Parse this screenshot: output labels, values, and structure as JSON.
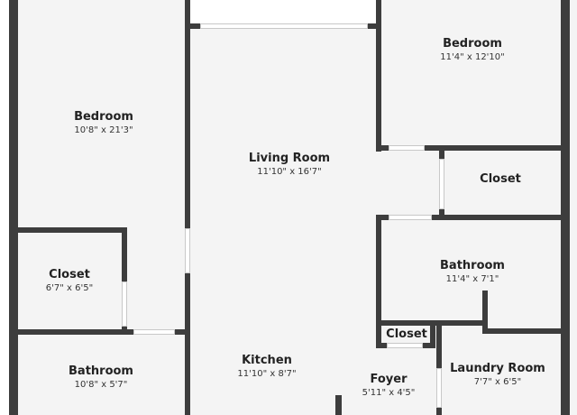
{
  "floor_plan": {
    "rooms": [
      {
        "id": "bedroom-left",
        "name": "Bedroom",
        "dims": "10'8\" x 21'3\""
      },
      {
        "id": "living-room",
        "name": "Living Room",
        "dims": "11'10\" x 16'7\""
      },
      {
        "id": "bedroom-right",
        "name": "Bedroom",
        "dims": "11'4\" x 12'10\""
      },
      {
        "id": "closet-right",
        "name": "Closet",
        "dims": ""
      },
      {
        "id": "closet-left",
        "name": "Closet",
        "dims": "6'7\" x 6'5\""
      },
      {
        "id": "bathroom-right",
        "name": "Bathroom",
        "dims": "11'4\" x 7'1\""
      },
      {
        "id": "closet-small",
        "name": "Closet",
        "dims": ""
      },
      {
        "id": "bathroom-left",
        "name": "Bathroom",
        "dims": "10'8\" x 5'7\""
      },
      {
        "id": "kitchen",
        "name": "Kitchen",
        "dims": "11'10\" x 8'7\""
      },
      {
        "id": "foyer",
        "name": "Foyer",
        "dims": "5'11\" x 4'5\""
      },
      {
        "id": "laundry-room",
        "name": "Laundry Room",
        "dims": "7'7\" x 6'5\""
      }
    ],
    "colors": {
      "wall": "#3d3d3d",
      "floor": "#f4f4f4",
      "background": "#ffffff",
      "window_edge": "#c8c8c8"
    }
  }
}
